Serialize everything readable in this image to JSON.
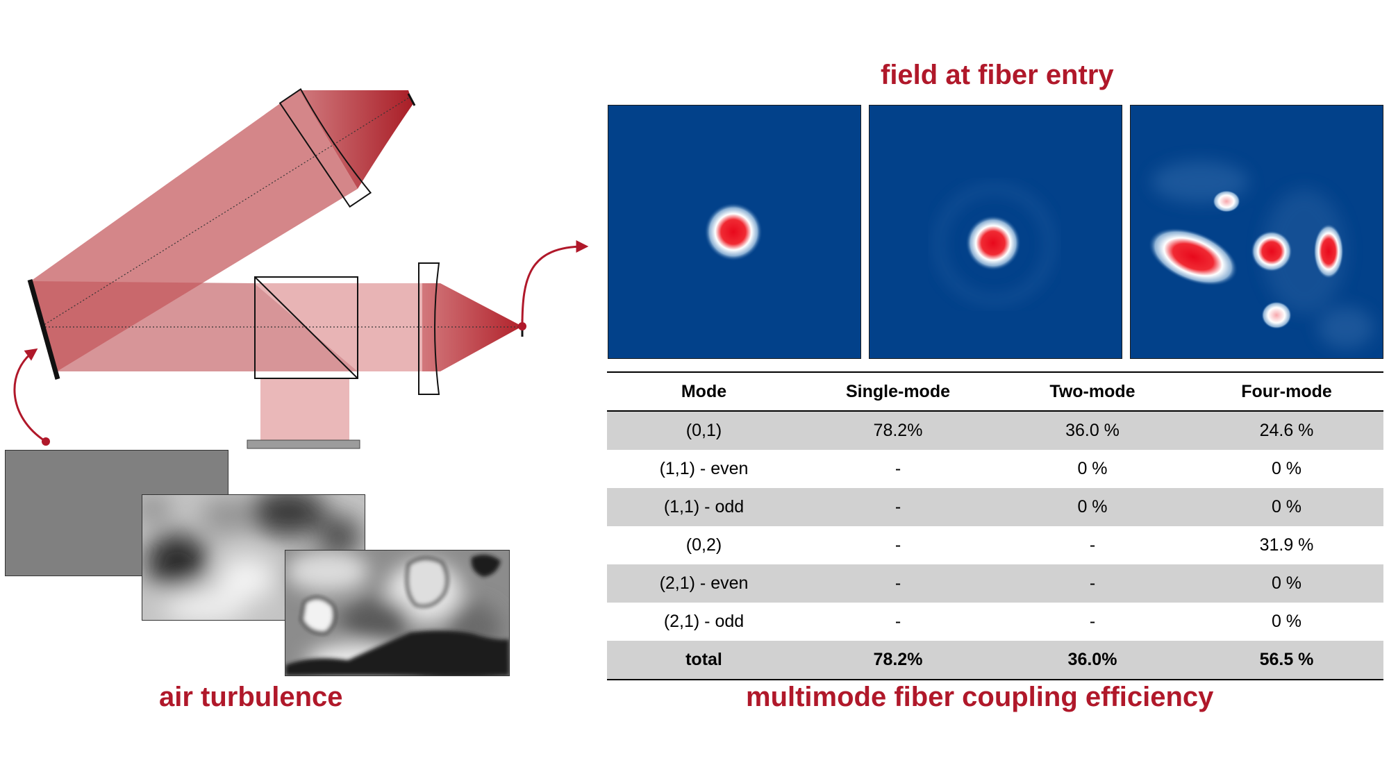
{
  "captions": {
    "field": "field at fiber entry",
    "turbulence": "air turbulence",
    "efficiency": "multimode fiber coupling efficiency"
  },
  "colors": {
    "accent": "#b0182a",
    "beam": "#c0393b",
    "field_background": "#02418a",
    "field_peak": "#e8091c",
    "table_shade": "#d1d1d1"
  },
  "field_panels": [
    {
      "name": "single-mode"
    },
    {
      "name": "two-mode"
    },
    {
      "name": "four-mode"
    }
  ],
  "table": {
    "headers": [
      "Mode",
      "Single-mode",
      "Two-mode",
      "Four-mode"
    ],
    "rows": [
      [
        "(0,1)",
        "78.2%",
        "36.0 %",
        "24.6 %"
      ],
      [
        "(1,1) - even",
        "-",
        "0 %",
        "0 %"
      ],
      [
        "(1,1) - odd",
        "-",
        "0 %",
        "0 %"
      ],
      [
        "(0,2)",
        "-",
        "-",
        "31.9 %"
      ],
      [
        "(2,1) - even",
        "-",
        "-",
        "0 %"
      ],
      [
        "(2,1) - odd",
        "-",
        "-",
        "0 %"
      ],
      [
        "total",
        "78.2%",
        "36.0%",
        "56.5 %"
      ]
    ]
  }
}
